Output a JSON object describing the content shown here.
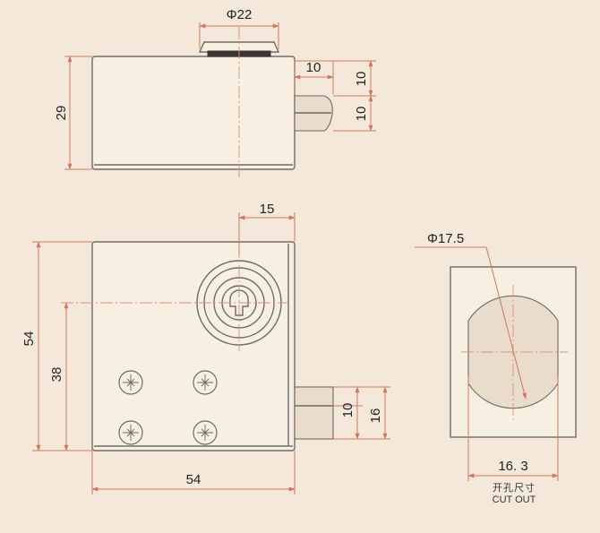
{
  "dimensions": {
    "top_view": {
      "head_diameter": "Φ22",
      "bolt_length": "10",
      "bolt_height_upper": "10",
      "bolt_height_lower": "10",
      "body_height": "29"
    },
    "front_view": {
      "lock_offset": "15",
      "body_height": "54",
      "lock_center_height": "38",
      "body_width": "54",
      "bolt_height": "10",
      "bolt_offset": "16"
    },
    "cutout_view": {
      "hole_diameter": "Φ17.5",
      "flat_width": "16. 3",
      "label_cn": "开孔尺寸",
      "label_en": "CUT OUT"
    }
  },
  "colors": {
    "background": "#f3e8da",
    "outline": "#6f6a66",
    "dimension_line": "#d2775c",
    "center_line": "#d9917f"
  }
}
